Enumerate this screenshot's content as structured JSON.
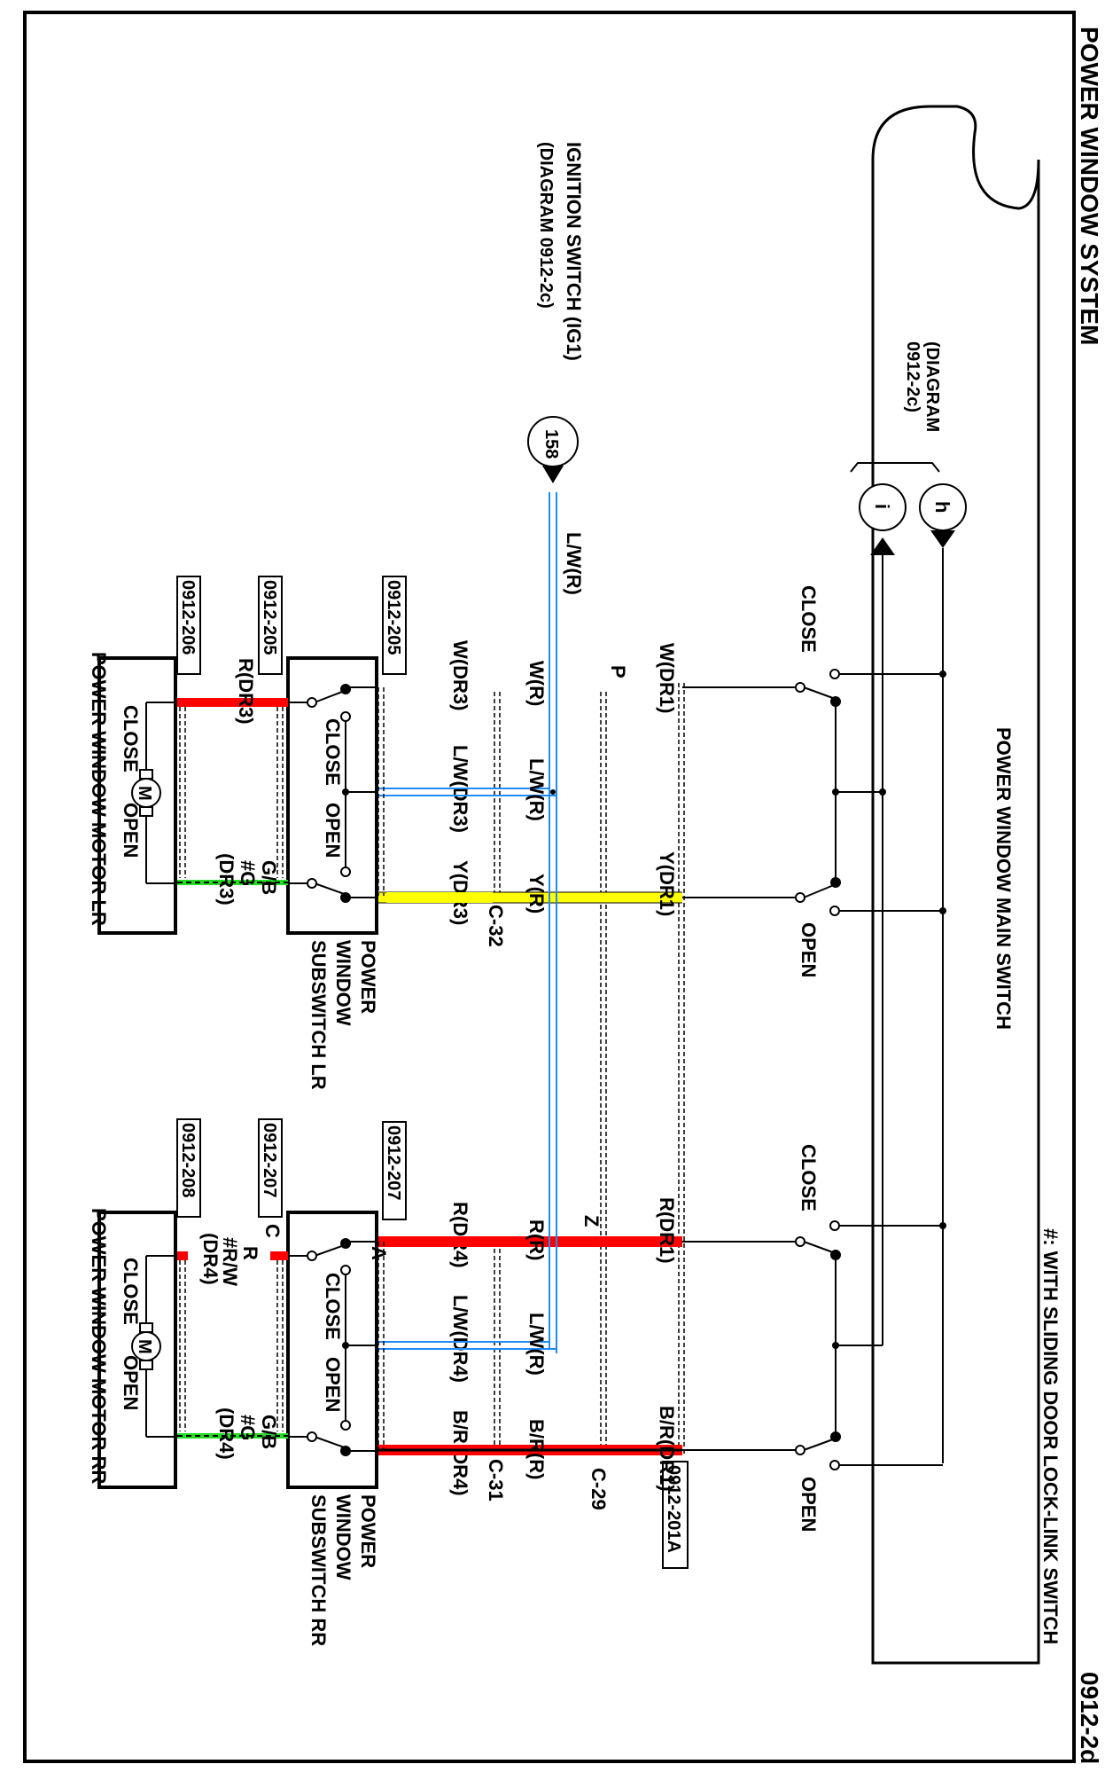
{
  "header": {
    "title": "POWER WINDOW SYSTEM",
    "page_code": "0912-2d"
  },
  "colors": {
    "red": "#ff0000",
    "yellow": "#ffff00",
    "blue": "#1e8cff",
    "green": "#22dd22",
    "black": "#000000"
  },
  "main_switch": {
    "label": "POWER WINDOW MAIN SWITCH",
    "note": "#: WITH SLIDING DOOR LOCK-LINK SWITCH",
    "connector_ref": "0912-201A",
    "lr_close": "CLOSE",
    "lr_open": "OPEN",
    "rr_close": "CLOSE",
    "rr_open": "OPEN",
    "diagram_ref_line1": "(DIAGRAM",
    "diagram_ref_line2": "0912-2c)",
    "connectors": [
      {
        "label": "h"
      },
      {
        "label": "i"
      }
    ]
  },
  "ignition": {
    "label_line1": "IGNITION SWITCH (IG1)",
    "label_line2": "(DIAGRAM  0912-2c)",
    "node": "158",
    "wire": "L/W(R)"
  },
  "wires": {
    "w_dr1": "W(DR1)",
    "y_dr1": "Y(DR1)",
    "r_dr1": "R(DR1)",
    "br_dr1": "B/R(DR1)",
    "p": "P",
    "z": "Z",
    "w_r": "W(R)",
    "lw_r_lr": "L/W(R)",
    "y_r": "Y(R)",
    "r_r": "R(R)",
    "lw_r_rr": "L/W(R)",
    "br_r": "B/R(R)",
    "c32": "C-32",
    "c31": "C-31",
    "c29": "C-29",
    "w_dr3": "W(DR3)",
    "lw_dr3": "L/W(DR3)",
    "y_dr3": "Y(DR3)",
    "r_dr4": "R(DR4)",
    "lw_dr4": "L/W(DR4)",
    "br_dr4": "B/R(DR4)"
  },
  "subswitch_lr": {
    "label_line1": "POWER",
    "label_line2": "WINDOW",
    "label_line3": "SUBSWITCH LR",
    "connector_ref": "0912-205",
    "close": "CLOSE",
    "open": "OPEN"
  },
  "subswitch_rr": {
    "label_line1": "POWER",
    "label_line2": "WINDOW",
    "label_line3": "SUBSWITCH RR",
    "connector_ref": "0912-207",
    "pin_a": "A",
    "close": "CLOSE",
    "open": "OPEN"
  },
  "motor_lr": {
    "label": "POWER WINDOW MOTOR LR",
    "connector_ref_switch": "0912-205",
    "connector_ref_motor": "0912-206",
    "wire_top": "R(DR3)",
    "wire_bottom_1": "G/B",
    "wire_bottom_2": "#G",
    "wire_bottom_3": "(DR3)",
    "close": "CLOSE",
    "open": "OPEN",
    "symbol": "M"
  },
  "motor_rr": {
    "label": "POWER WINDOW MOTOR RR",
    "connector_ref_switch": "0912-207",
    "connector_ref_motor": "0912-208",
    "pin_c": "C",
    "wire_top_1": "R",
    "wire_top_2": "#R/W",
    "wire_top_3": "(DR4)",
    "wire_bottom_1": "G/B",
    "wire_bottom_2": "#G",
    "wire_bottom_3": "(DR4)",
    "close": "CLOSE",
    "open": "OPEN",
    "symbol": "M"
  }
}
